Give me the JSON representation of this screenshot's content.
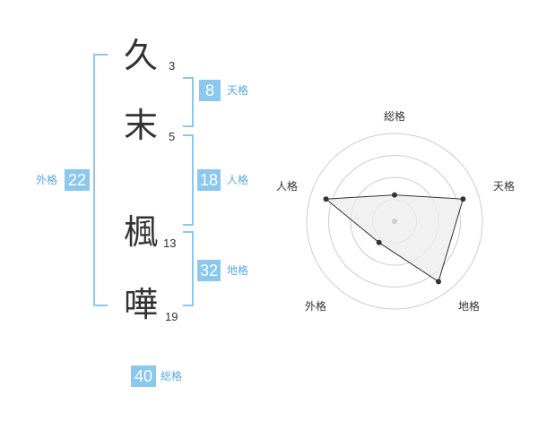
{
  "name": {
    "characters": [
      {
        "char": "久",
        "strokes": "3"
      },
      {
        "char": "末",
        "strokes": "5"
      },
      {
        "char": "楓",
        "strokes": "13"
      },
      {
        "char": "嘩",
        "strokes": "19"
      }
    ]
  },
  "fortunes": {
    "tenkaku": {
      "value": "8",
      "label": "天格"
    },
    "jinkaku": {
      "value": "18",
      "label": "人格"
    },
    "chikaku": {
      "value": "32",
      "label": "地格"
    },
    "gaikaku": {
      "value": "22",
      "label": "外格"
    },
    "soukaku": {
      "value": "40",
      "label": "総格"
    }
  },
  "radar": {
    "axes": [
      "総格",
      "天格",
      "地格",
      "外格",
      "人格"
    ],
    "values": [
      0.3,
      0.82,
      0.85,
      0.3,
      0.82
    ],
    "max_rings": 4,
    "line_color": "#333333",
    "fill_color": "#eeeeee",
    "ring_color": "#cccccc"
  },
  "colors": {
    "accent": "#8cc8ee",
    "label": "#5aa9dd"
  }
}
